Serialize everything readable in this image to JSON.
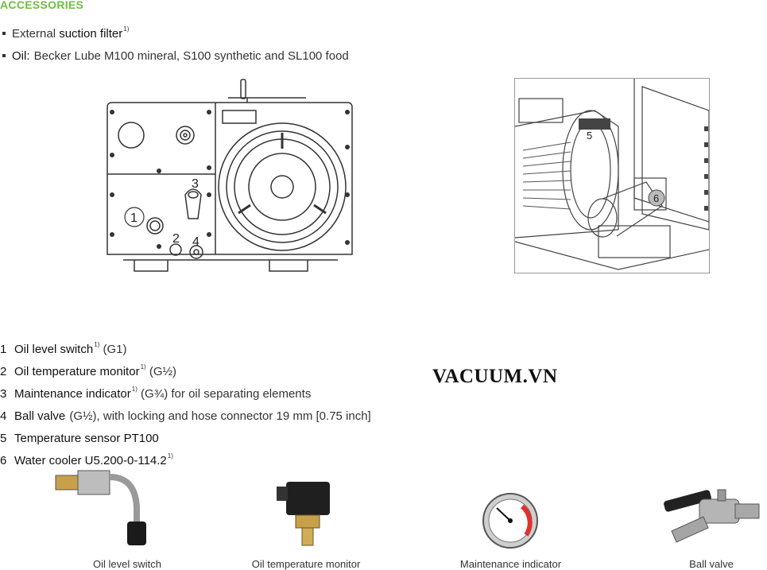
{
  "heading": "ACCESSORIES",
  "bullets": [
    {
      "prefix": "External ",
      "bold": "suction filter",
      "fn": "1)",
      "suffix": ""
    },
    {
      "prefix": "",
      "bold": "Oil:",
      "fn": "",
      "suffix": " Becker Lube M100 mineral, S100 synthetic and SL100 food"
    }
  ],
  "diagram_labels": {
    "l1": "1",
    "l2": "2",
    "l3": "3",
    "l4": "4",
    "l5": "5",
    "l6": "6"
  },
  "items": [
    {
      "num": "1",
      "name": "Oil level switch",
      "fn": "1)",
      "rest": " (G1)"
    },
    {
      "num": "2",
      "name": "Oil temperature monitor",
      "fn": "1)",
      "rest": " (G½)"
    },
    {
      "num": "3",
      "name": "Maintenance indicator",
      "fn": "1)",
      "rest": " (G¾) for oil separating elements"
    },
    {
      "num": "4",
      "name": "Ball valve",
      "fn": "",
      "rest": " (G½), with locking and hose connector 19 mm [0.75 inch]"
    },
    {
      "num": "5",
      "name": "Temperature sensor PT100",
      "fn": "",
      "rest": ""
    },
    {
      "num": "6",
      "name": "Water cooler U5.200-0-114.2",
      "fn": "1)",
      "rest": ""
    }
  ],
  "watermark": "VACUUM.VN",
  "products": [
    {
      "caption": "Oil level switch",
      "icon": "oil-level-switch-icon"
    },
    {
      "caption": "Oil temperature monitor",
      "icon": "oil-temperature-monitor-icon"
    },
    {
      "caption": "Maintenance indicator",
      "icon": "maintenance-indicator-icon"
    },
    {
      "caption": "Ball valve",
      "icon": "ball-valve-icon"
    }
  ],
  "colors": {
    "accent": "#6cbf3f",
    "text": "#2a2a2a",
    "gauge_red": "#e0322c"
  }
}
